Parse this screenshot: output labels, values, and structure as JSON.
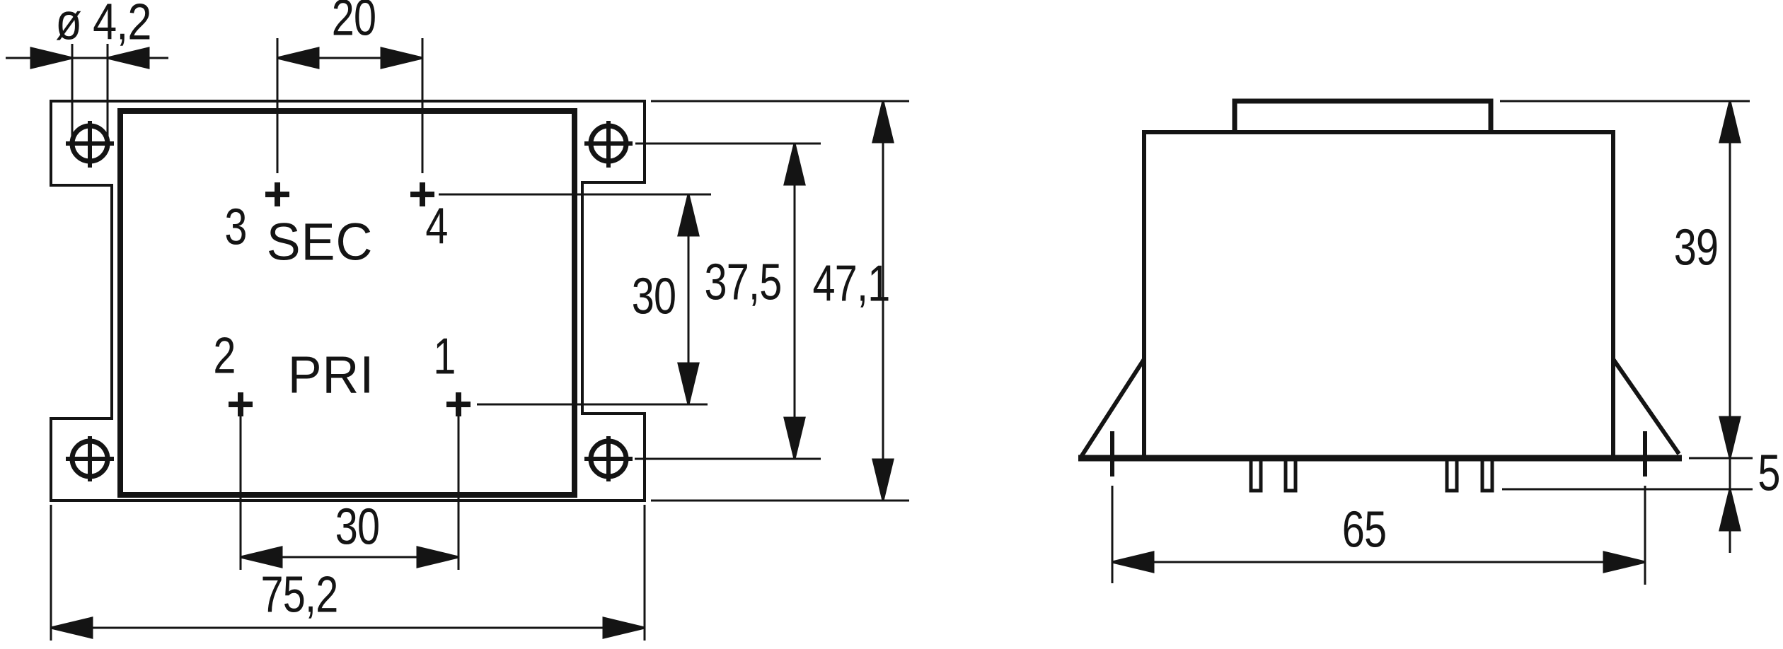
{
  "page": {
    "background": "#ffffff",
    "line_color": "#141414",
    "kind": "dimensioned engineering drawing",
    "subject": "PCB-mount transformer package, top view and front view"
  },
  "top_view": {
    "pins": {
      "pin1": "1",
      "pin2": "2",
      "pin3": "3",
      "pin4": "4"
    },
    "windings": {
      "secondary": "SEC",
      "primary": "PRI"
    },
    "dimensions": {
      "hole_diameter": "ø 4,2",
      "sec_pin_spacing": "20",
      "pri_pin_spacing": "30",
      "pin_row_spacing": "30",
      "hole_row_spacing": "37,5",
      "flange_span": "47,1",
      "overall_width": "75,2"
    }
  },
  "side_view": {
    "dimensions": {
      "body_height": "39",
      "standoff_height": "5",
      "mounting_span": "65"
    }
  }
}
